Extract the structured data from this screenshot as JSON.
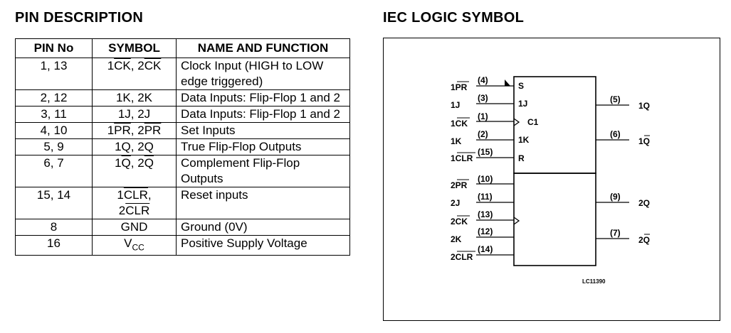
{
  "left_heading": "PIN DESCRIPTION",
  "right_heading": "IEC LOGIC SYMBOL",
  "table": {
    "headers": [
      "PIN No",
      "SYMBOL",
      "NAME AND FUNCTION"
    ],
    "rows": [
      {
        "pin": "1, 13",
        "symbol": "1CK, 2CK",
        "function": "Clock Input (HIGH to LOW edge triggered)"
      },
      {
        "pin": "2, 12",
        "symbol": "1K, 2K",
        "function": "Data Inputs: Flip-Flop 1 and 2"
      },
      {
        "pin": "3, 11",
        "symbol": "1J, 2J",
        "function": "Data Inputs: Flip-Flop 1 and 2"
      },
      {
        "pin": "4, 10",
        "symbol": "1PR, 2PR",
        "function": "Set Inputs"
      },
      {
        "pin": "5, 9",
        "symbol": "1Q, 2Q",
        "function": "True Flip-Flop Outputs"
      },
      {
        "pin": "6, 7",
        "symbol": "1Q, 2Q",
        "function": "Complement Flip-Flop Outputs"
      },
      {
        "pin": "15, 14",
        "symbol": "1CLR, 2CLR",
        "function": "Reset inputs"
      },
      {
        "pin": "8",
        "symbol": "GND",
        "function": "Ground (0V)"
      },
      {
        "pin": "16",
        "symbol": "VCC",
        "function": "Positive Supply Voltage"
      }
    ]
  },
  "logic_symbol": {
    "inputs_ff1": [
      {
        "name": "1PR",
        "pin": "(4)"
      },
      {
        "name": "1J",
        "pin": "(3)"
      },
      {
        "name": "1CK",
        "pin": "(1)"
      },
      {
        "name": "1K",
        "pin": "(2)"
      },
      {
        "name": "1CLR",
        "pin": "(15)"
      }
    ],
    "inputs_ff2": [
      {
        "name": "2PR",
        "pin": "(10)"
      },
      {
        "name": "2J",
        "pin": "(11)"
      },
      {
        "name": "2CK",
        "pin": "(13)"
      },
      {
        "name": "2K",
        "pin": "(12)"
      },
      {
        "name": "2CLR",
        "pin": "(14)"
      }
    ],
    "internal_labels": [
      "S",
      "1J",
      "C1",
      "1K",
      "R"
    ],
    "outputs": [
      {
        "name": "1Q",
        "pin": "(5)"
      },
      {
        "name": "1Q",
        "pin": "(6)"
      },
      {
        "name": "2Q",
        "pin": "(9)"
      },
      {
        "name": "2Q",
        "pin": "(7)"
      }
    ],
    "reference": "LC11390"
  }
}
